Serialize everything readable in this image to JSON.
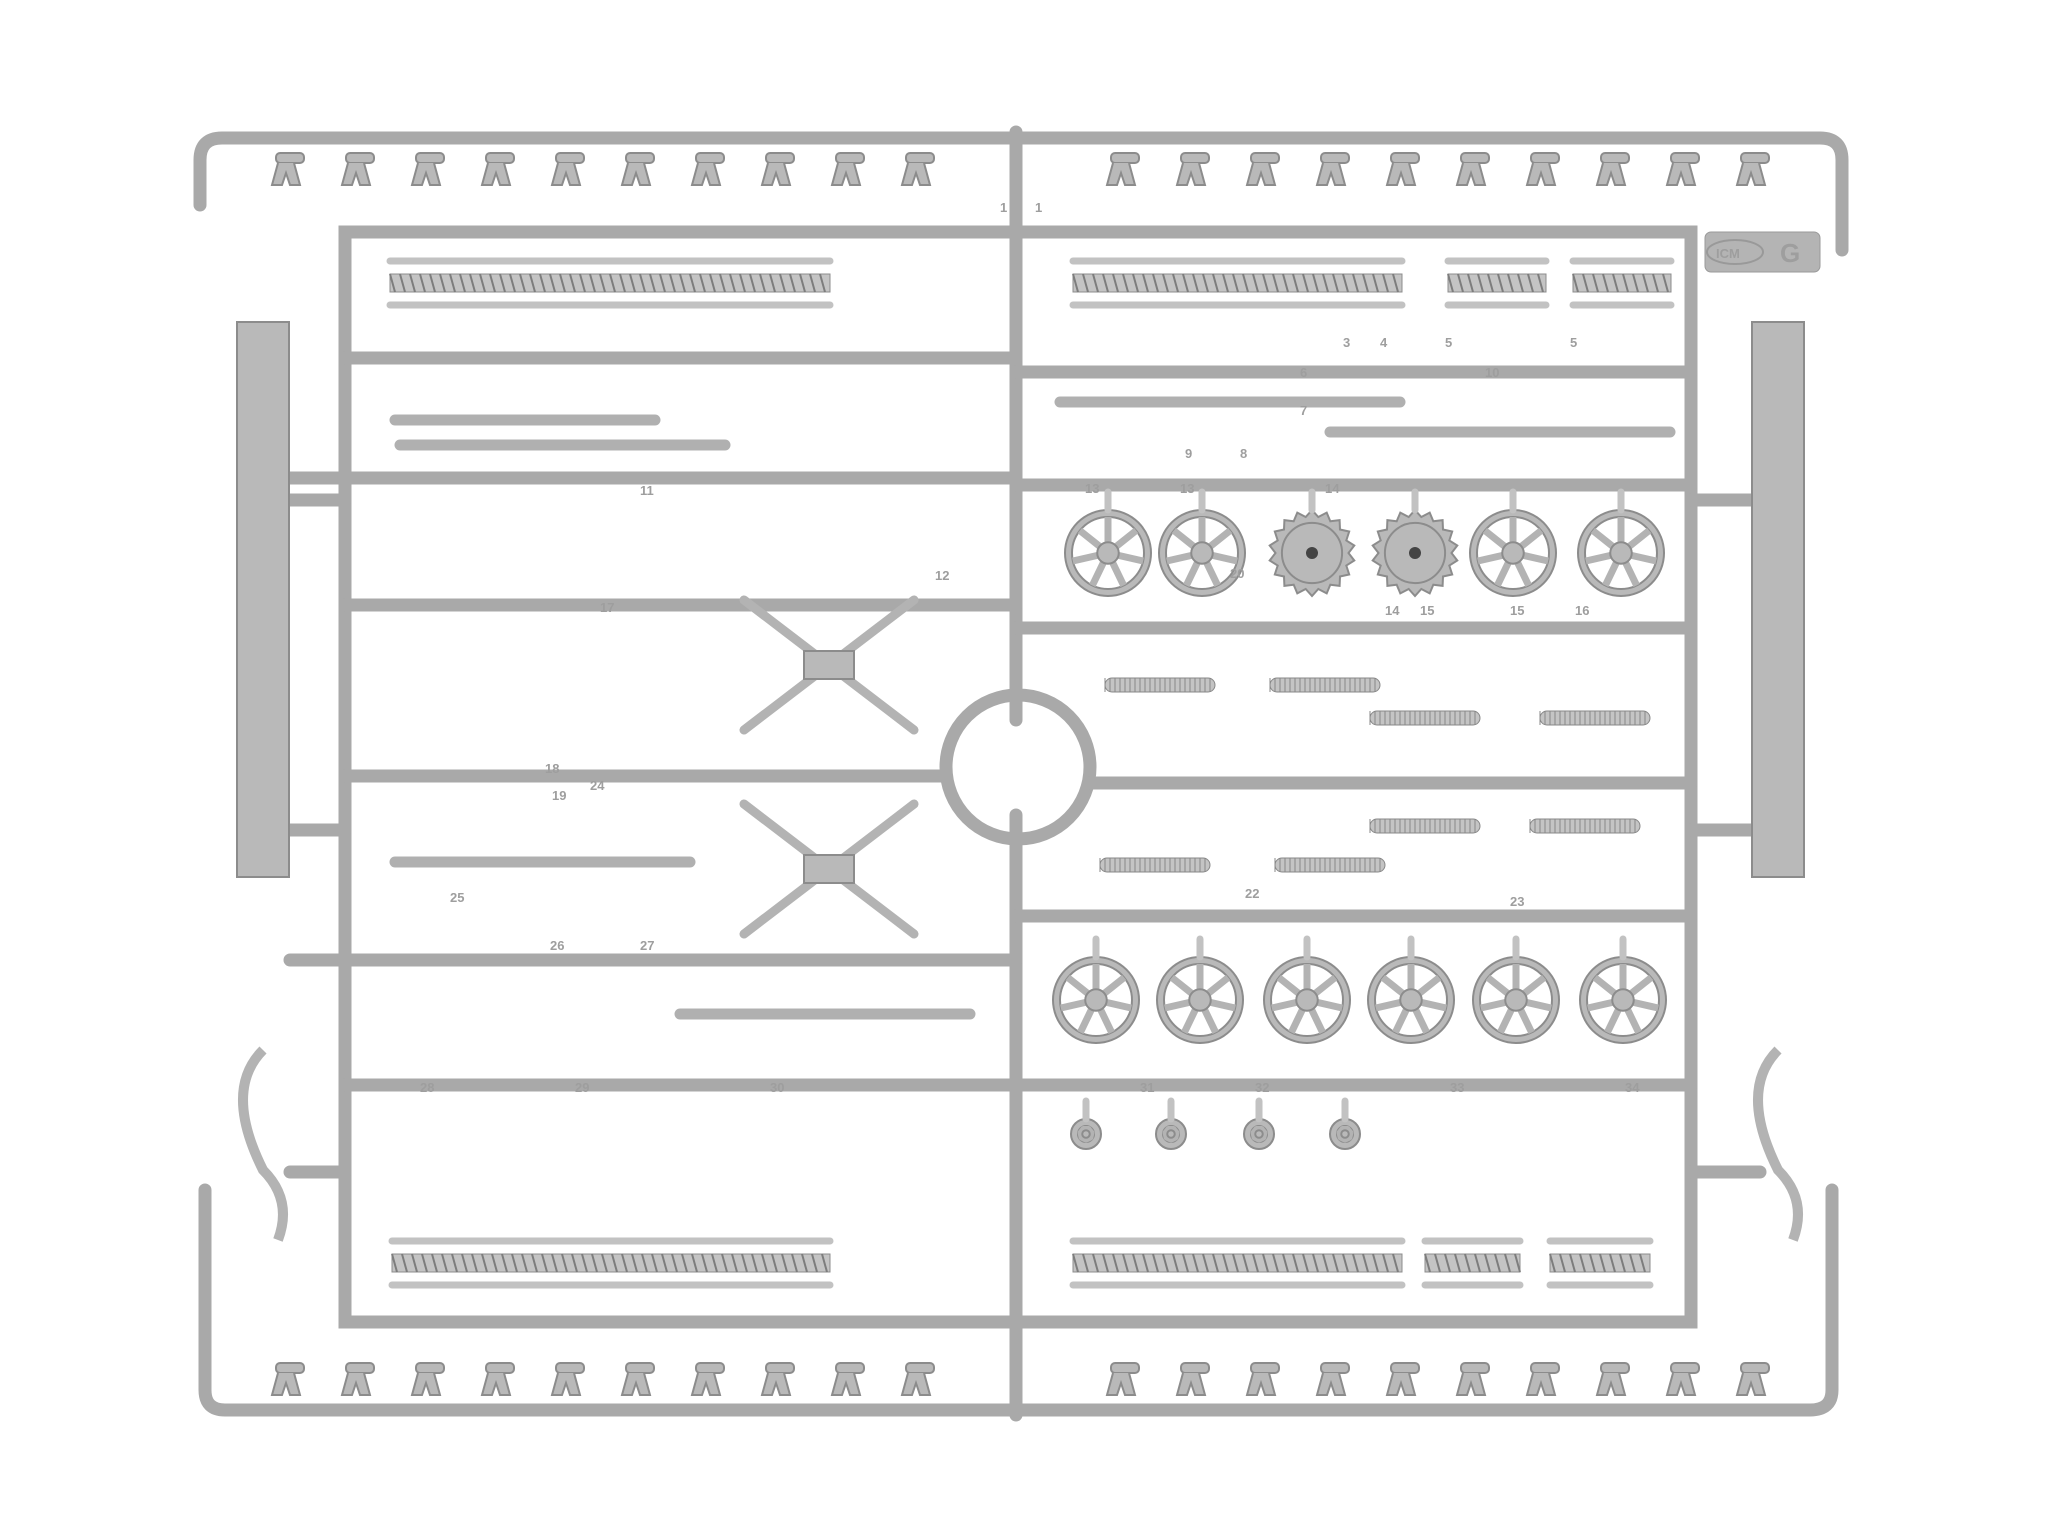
{
  "sprue": {
    "logo_text": "ICM",
    "sprue_letter": "G",
    "part_numbers": [
      "1",
      "1",
      "3",
      "4",
      "5",
      "5",
      "6",
      "7",
      "8",
      "9",
      "10",
      "11",
      "12",
      "13",
      "13",
      "14",
      "14",
      "15",
      "15",
      "16",
      "17",
      "18",
      "19",
      "20",
      "22",
      "23",
      "24",
      "25",
      "26",
      "27",
      "28",
      "29",
      "30",
      "31",
      "32",
      "33",
      "34"
    ]
  },
  "colors": {
    "plastic": "#b9b9b9",
    "background": "#ffffff"
  }
}
